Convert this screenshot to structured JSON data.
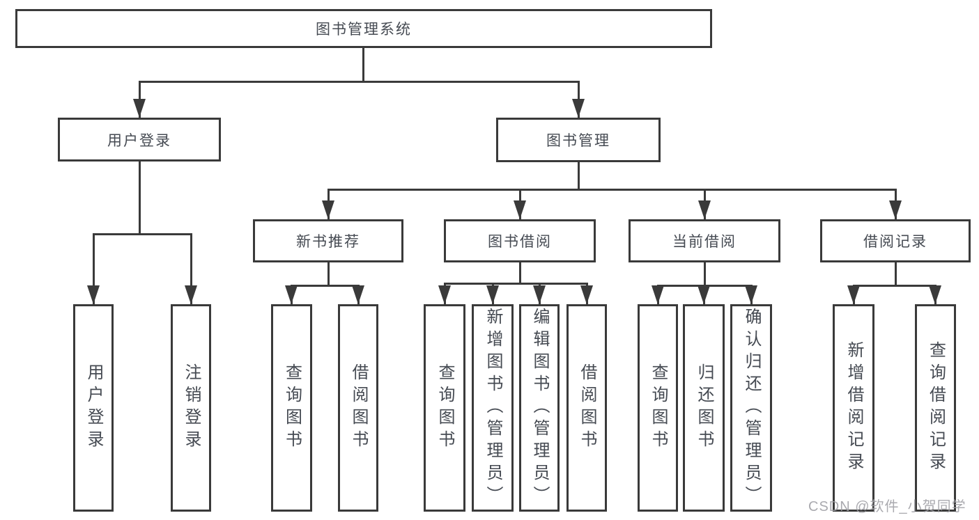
{
  "diagram": {
    "title": "图书管理系统",
    "line_color": "#3a3a3a",
    "box_border_color": "#3a3a3a",
    "text_color": "#454a52",
    "background_color": "#ffffff",
    "nodes": [
      {
        "id": "root",
        "label": "图书管理系统",
        "level": 1,
        "parent": null,
        "orientation": "horizontal"
      },
      {
        "id": "user-login",
        "label": "用户登录",
        "level": 2,
        "parent": "root",
        "orientation": "horizontal"
      },
      {
        "id": "book-mgmt",
        "label": "图书管理",
        "level": 2,
        "parent": "root",
        "orientation": "horizontal"
      },
      {
        "id": "new-book-rec",
        "label": "新书推荐",
        "level": 3,
        "parent": "book-mgmt",
        "orientation": "horizontal"
      },
      {
        "id": "book-borrow",
        "label": "图书借阅",
        "level": 3,
        "parent": "book-mgmt",
        "orientation": "horizontal"
      },
      {
        "id": "current-borrow",
        "label": "当前借阅",
        "level": 3,
        "parent": "book-mgmt",
        "orientation": "horizontal"
      },
      {
        "id": "borrow-records",
        "label": "借阅记录",
        "level": 3,
        "parent": "book-mgmt",
        "orientation": "horizontal"
      },
      {
        "id": "user-login-leaf",
        "label": "用户登录",
        "level": 4,
        "parent": "user-login",
        "orientation": "vertical"
      },
      {
        "id": "logout-leaf",
        "label": "注销登录",
        "level": 4,
        "parent": "user-login",
        "orientation": "vertical"
      },
      {
        "id": "query-books-rec",
        "label": "查询图书",
        "level": 4,
        "parent": "new-book-rec",
        "orientation": "vertical"
      },
      {
        "id": "borrow-books-rec",
        "label": "借阅图书",
        "level": 4,
        "parent": "new-book-rec",
        "orientation": "vertical"
      },
      {
        "id": "query-books-borrow",
        "label": "查询图书",
        "level": 4,
        "parent": "book-borrow",
        "orientation": "vertical"
      },
      {
        "id": "add-books-admin",
        "label": "新增图书（管理员）",
        "level": 4,
        "parent": "book-borrow",
        "orientation": "vertical"
      },
      {
        "id": "edit-books-admin",
        "label": "编辑图书（管理员）",
        "level": 4,
        "parent": "book-borrow",
        "orientation": "vertical"
      },
      {
        "id": "borrow-books-borrow",
        "label": "借阅图书",
        "level": 4,
        "parent": "book-borrow",
        "orientation": "vertical"
      },
      {
        "id": "query-books-current",
        "label": "查询图书",
        "level": 4,
        "parent": "current-borrow",
        "orientation": "vertical"
      },
      {
        "id": "return-books",
        "label": "归还图书",
        "level": 4,
        "parent": "current-borrow",
        "orientation": "vertical"
      },
      {
        "id": "confirm-return-admin",
        "label": "确认归还（管理员）",
        "level": 4,
        "parent": "current-borrow",
        "orientation": "vertical"
      },
      {
        "id": "add-borrow-record",
        "label": "新增借阅记录",
        "level": 4,
        "parent": "borrow-records",
        "orientation": "vertical"
      },
      {
        "id": "query-borrow-record",
        "label": "查询借阅记录",
        "level": 4,
        "parent": "borrow-records",
        "orientation": "vertical"
      }
    ]
  },
  "watermark": {
    "text": "CSDN @软件_小贺同学",
    "color": "#9e9ea4"
  }
}
